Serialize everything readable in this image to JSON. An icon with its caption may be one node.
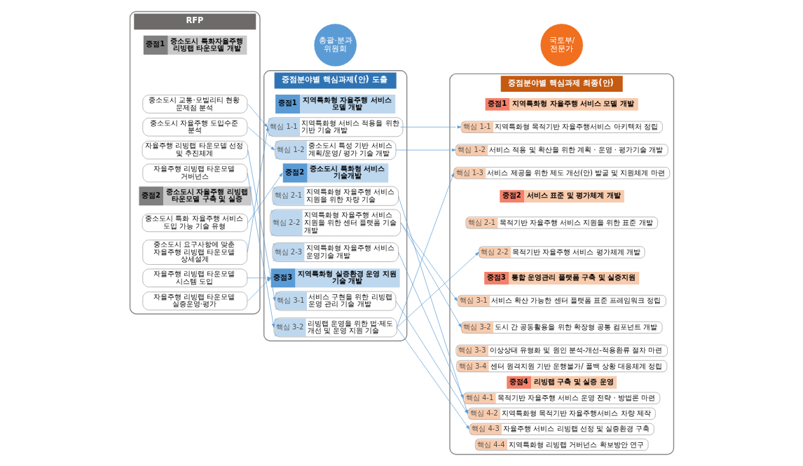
{
  "diagram": {
    "nodes": [
      {
        "text": [
          "RFP"
        ]
      },
      {
        "text": [
          "중점1",
          "중소도시 특화자율주행 리빙랩 타운모델 개발"
        ],
        "in": 0
      },
      {
        "text": [
          "중소도시 교통·모빌리티 현황 문제점 분석"
        ],
        "in": 0
      },
      {
        "text": [
          "중소도시 자율주행 도입수준 분석"
        ],
        "in": 0
      },
      {
        "text": [
          "자율주행 리빙랩 타운모델 선정 및 추진체계"
        ],
        "in": 0
      },
      {
        "text": [
          "자율주행 리빙랩 타운모델 거버넌스"
        ],
        "in": 0
      },
      {
        "text": [
          "중점2",
          "중소도시 자율주행 리빙랩 타운모델 구축 및 실증"
        ],
        "in": 0
      },
      {
        "text": [
          "중소도시 특화 자율주행 서비스 도입 가능 기술 유형"
        ],
        "in": 0
      },
      {
        "text": [
          "중소도시 요구사항에 맞춘 자율주행 리빙랩 타운모델 상세설계"
        ],
        "in": 0
      },
      {
        "text": [
          "자율주행 리빙랩 타운모델 시스템 도입"
        ],
        "in": 0
      },
      {
        "text": [
          "자율주행 리빙랩 타운모델 실증운영·평가"
        ],
        "in": 0
      },
      {
        "text": [
          "총괄·분과 위원회"
        ]
      },
      {
        "text": [
          "중점분야별 핵심과제(안) 도출"
        ]
      },
      {
        "text": [
          "중점1",
          "지역특화형 자율주행 서비스 모델 개발"
        ],
        "in": 12
      },
      {
        "text": [
          "핵심 1-1",
          "지역특화형 서비스 적용을 위한 기반 기술 개발"
        ],
        "in": 12
      },
      {
        "text": [
          "핵심 1-2",
          "중소도시 특성 기반 서비스 계획/운영/ 평가 기술 개발"
        ],
        "in": 12
      },
      {
        "text": [
          "중점2",
          "중소도시 특화형 서비스 기술개발"
        ],
        "in": 12
      },
      {
        "text": [
          "핵심 2-1",
          "지역특화형 자율주행 서비스 지원을 위한 차량 기술"
        ],
        "in": 12
      },
      {
        "text": [
          "핵심 2-2",
          "지역특화형 자율주행 서비스 지원을 위한 센터 플랫폼 기술 개발"
        ],
        "in": 12
      },
      {
        "text": [
          "핵심 2-3",
          "지역특화형 자율주행 서비스 운영기술 개발"
        ],
        "in": 12
      },
      {
        "text": [
          "중점3",
          "지역특화형 실증환경 운영 지원 기술 개발"
        ],
        "in": 12
      },
      {
        "text": [
          "핵심 3-1",
          "서비스 구현을 위한 리빙랩 운영 관리 기술 개발"
        ],
        "in": 12
      },
      {
        "text": [
          "핵심 3-2",
          "리빙랩 운영을 위한 법·제도 개선 및 운영 지원 기술"
        ],
        "in": 12
      },
      {
        "text": [
          "국토부/ 전문가"
        ]
      },
      {
        "text": [
          "중점분야별 핵심과제 최종(안)"
        ]
      },
      {
        "text": [
          "중점1",
          "지역특화형 자율주행 서비스 모델 개발"
        ],
        "in": 24
      },
      {
        "text": [
          "핵심 1-1",
          "지역특화형 목적기반 자율주행서비스 아키텍처 정립"
        ],
        "in": 24
      },
      {
        "text": [
          "핵심 1-2",
          "서비스 적용 및 확산을 위한 계획 · 운영 · 평가기술 개발"
        ],
        "in": 24
      },
      {
        "text": [
          "핵심 1-3",
          "서비스 제공을 위한 제도 개선(안) 발굴 및 지원체계 마련"
        ],
        "in": 24
      },
      {
        "text": [
          "중점2",
          "서비스 표준 및 평가체계 개발"
        ],
        "in": 24
      },
      {
        "text": [
          "핵심 2-1",
          "목적기반 자율주행 서비스 지원을 위한 표준 개발"
        ],
        "in": 24
      },
      {
        "text": [
          "핵심 2-2",
          "목적기반 자율주행 서비스 평가체계 개발"
        ],
        "in": 24
      },
      {
        "text": [
          "중점3",
          "통합 운영관리 플랫폼 구축 및 실증지원"
        ],
        "in": 24
      },
      {
        "text": [
          "핵심 3-1",
          "서비스 확산 가능한 센터 플랫폼 표준 프레임워크 정립"
        ],
        "in": 24
      },
      {
        "text": [
          "핵심 3-2",
          "도시 간 공동활용을 위한 확장형 공통 컴포넌트 개발"
        ],
        "in": 24
      },
      {
        "text": [
          "핵심 3-3",
          "이상상태 유형화 및 원인 분석-개선-적용환류 절차 마련"
        ],
        "in": 24
      },
      {
        "text": [
          "핵심 3-4",
          "센터 원격지원 기반 운행불가/ 폴백 상황 대응체계 정립"
        ],
        "in": 24
      },
      {
        "text": [
          "중점4",
          "리빙랩 구축 및 실증 운영"
        ],
        "in": 24
      },
      {
        "text": [
          "핵심 4-1",
          "목적기반 자율주행 서비스 운영 전략 · 방법론 마련"
        ],
        "in": 24
      },
      {
        "text": [
          "핵심 4-2",
          "지역특화형 목적기반 자율주행서비스 차량 제작"
        ],
        "in": 24
      },
      {
        "text": [
          "핵심 4-3",
          "자율주행 서비스 리빙랩 선정 및 실증환경 구축"
        ],
        "in": 24
      },
      {
        "text": [
          "핵심 4-4",
          "지역특화형 리빙랩 거버넌스 확보방안 연구"
        ],
        "in": 24
      }
    ],
    "edges": [
      {
        "from": 2,
        "to": 14,
        "arrow": "to"
      },
      {
        "from": 3,
        "to": 15,
        "arrow": "to"
      },
      {
        "from": 4,
        "to": 21,
        "arrow": "to"
      },
      {
        "from": 5,
        "to": 22,
        "arrow": "to"
      },
      {
        "from": 7,
        "to": 16,
        "arrow": "to"
      },
      {
        "from": 8,
        "to": 14,
        "arrow": "to"
      },
      {
        "from": 9,
        "to": 20,
        "arrow": "to"
      },
      {
        "from": 10,
        "to": 20,
        "arrow": "to"
      },
      {
        "from": 14,
        "to": 26,
        "arrow": "to"
      },
      {
        "from": 15,
        "to": 27,
        "arrow": "to"
      },
      {
        "from": 17,
        "to": 39,
        "arrow": "to"
      },
      {
        "from": 18,
        "to": 33,
        "arrow": "to"
      },
      {
        "from": 18,
        "to": 34,
        "arrow": "to"
      },
      {
        "from": 19,
        "to": 38,
        "arrow": "to"
      },
      {
        "from": 21,
        "to": 39,
        "arrow": "to"
      },
      {
        "from": 22,
        "to": 28,
        "arrow": "to"
      },
      {
        "from": 22,
        "to": 31,
        "arrow": "to"
      },
      {
        "from": 22,
        "to": 40,
        "arrow": "to"
      }
    ]
  }
}
